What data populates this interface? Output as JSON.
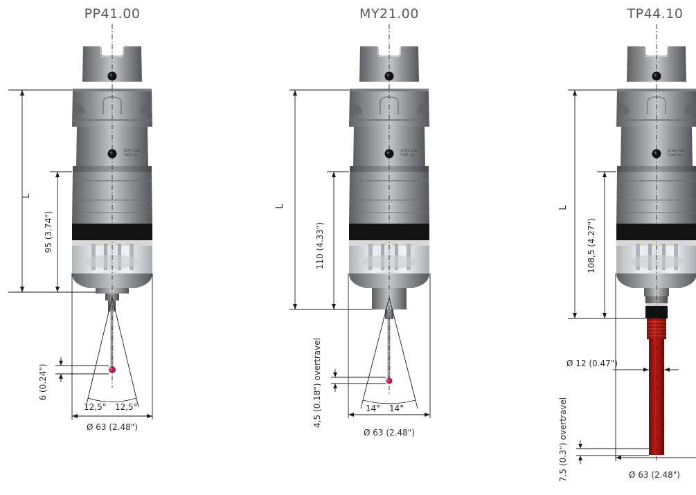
{
  "probes": [
    {
      "title": "PP41.00",
      "length_label": "L",
      "height_label": "95 (3.74\")",
      "travel_label": "6 (0.24\")",
      "angle_left": "12,5°",
      "angle_right": "12,5°",
      "diameter_label": "Ø 63 (2.48\")",
      "engraving": [
        "10 Nm. max.",
        "7 Lbft. ma"
      ]
    },
    {
      "title": "MY21.00",
      "length_label": "L",
      "height_label": "110 (4.33\")",
      "travel_label": "4,5 (0.18\") overtravel",
      "angle_left": "14°",
      "angle_right": "14°",
      "diameter_label": "Ø 63 (2.48\")",
      "engraving": [
        "10 Nm. max.",
        "7 Lbft. ma"
      ]
    },
    {
      "title": "TP44.10",
      "length_label": "L",
      "height_label": "108,5 (4.27\")",
      "travel_label": "7,5 (0.3\") overtravel",
      "stylus_diameter_label": "Ø 12 (0.47\")",
      "diameter_label": "Ø 63 (2.48\")",
      "engraving": [
        "10 Nm. max.",
        "7 Lbft. ma"
      ]
    }
  ],
  "colors": {
    "body_dark": "#6e7073",
    "body_light": "#b9bbbe",
    "band": "#121212",
    "ruby": "#d9185a",
    "stylus_red": "#a4140f"
  }
}
